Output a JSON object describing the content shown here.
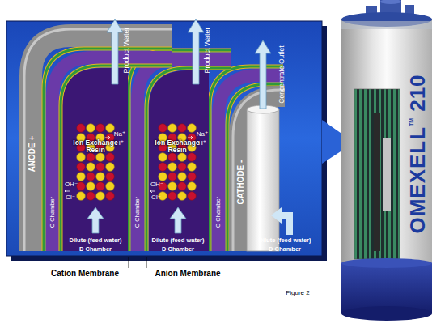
{
  "diagram": {
    "caption": "Figure 2",
    "nodes": [
      {
        "text": [
          "ANODE +"
        ]
      },
      {
        "text": [
          "Ion Exchange Resin"
        ]
      },
      {
        "text": [
          "Ion Exchange Resin"
        ]
      },
      {
        "text": [
          "CATHODE -"
        ]
      },
      {
        "text": [
          "OMEXELL",
          "TM",
          "210"
        ]
      }
    ],
    "labels": [
      "Product Water",
      "Product Water",
      "Concentrate Outlet",
      "Na⁺",
      "H⁺",
      "OH⁻",
      "Cl⁻",
      "Na⁺",
      "H⁺",
      "OH⁻",
      "Cl⁻",
      "C Chamber",
      "C Chamber",
      "C Chamber",
      "Dilute (feed water)",
      "D Chamber",
      "Dilute (feed water)",
      "D Chamber",
      "Dilute (feed water)",
      "D Chamber",
      "Cation Membrane",
      "Anion Membrane"
    ]
  }
}
